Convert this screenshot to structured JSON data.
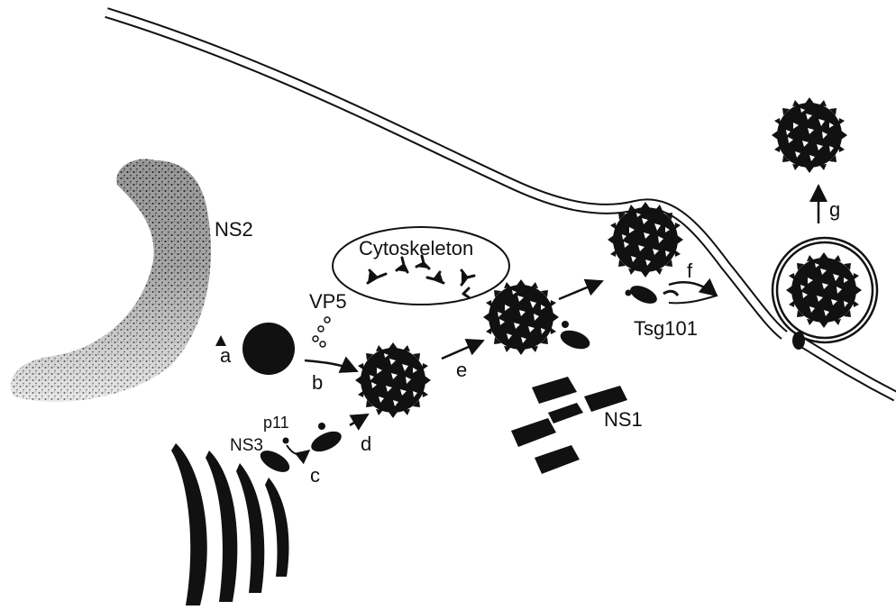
{
  "labels": {
    "ns2": "NS2",
    "cytoskeleton": "Cytoskeleton",
    "vp5": "VP5",
    "p11": "p11",
    "ns3": "NS3",
    "ns1": "NS1",
    "tsg101": "Tsg101",
    "step_a": "a",
    "step_b": "b",
    "step_c": "c",
    "step_d": "d",
    "step_e": "e",
    "step_f": "f",
    "step_g": "g"
  },
  "colors": {
    "ink": "#111111",
    "paper": "#ffffff"
  }
}
